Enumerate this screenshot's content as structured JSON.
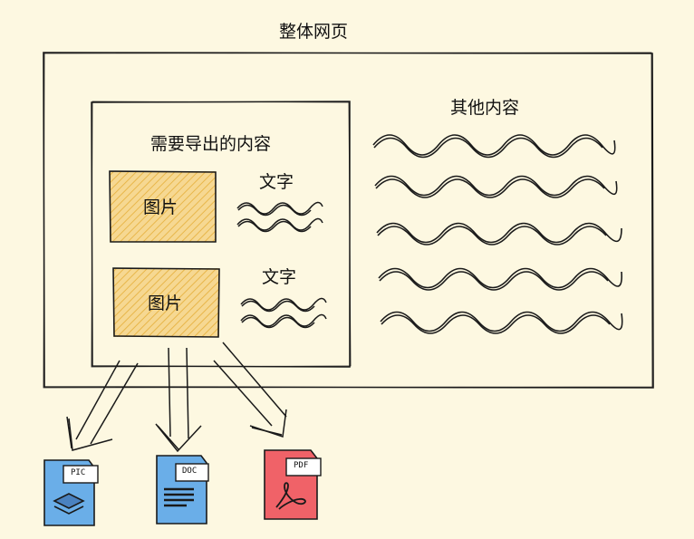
{
  "diagram": {
    "page_title": "整体网页",
    "export_title": "需要导出的内容",
    "other_content": "其他内容",
    "text_label_1": "文字",
    "text_label_2": "文字",
    "image_label_1": "图片",
    "image_label_2": "图片",
    "output_files": [
      {
        "tag": "PIC",
        "color": "#6aaee8"
      },
      {
        "tag": "DOC",
        "color": "#6aaee8"
      },
      {
        "tag": "PDF",
        "color": "#f06268"
      }
    ]
  },
  "colors": {
    "background": "#fdf8e1",
    "image_fill": "#f3c766",
    "stroke": "#1a1a1a"
  }
}
